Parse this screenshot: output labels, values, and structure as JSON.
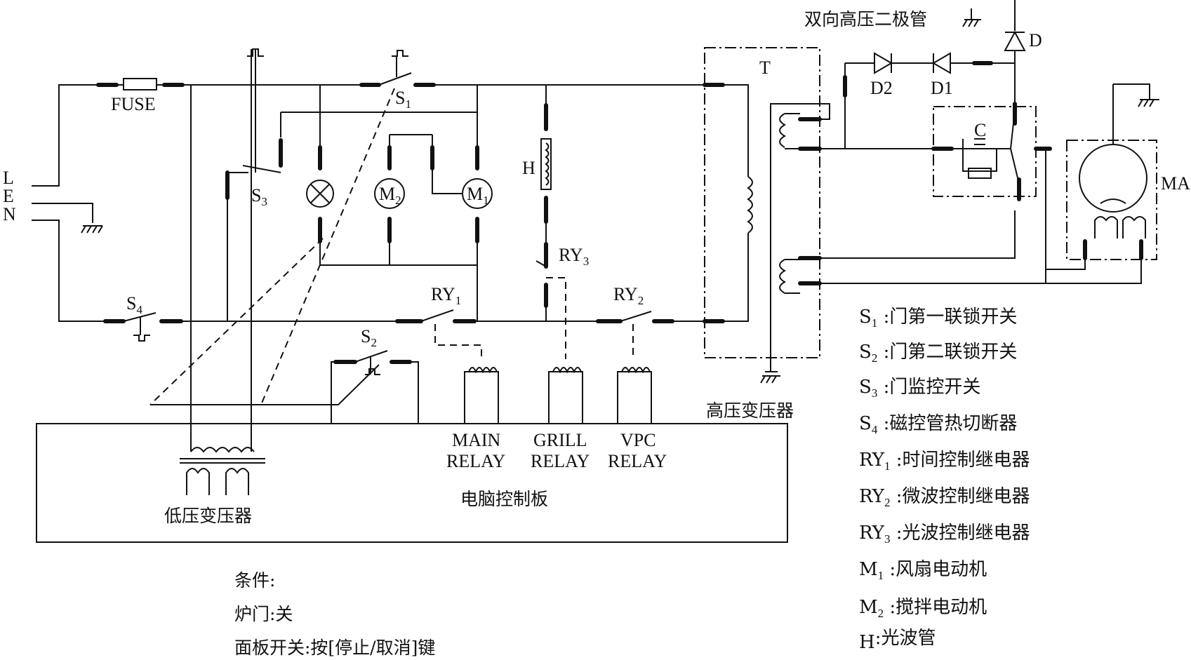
{
  "labels": {
    "fuse": "FUSE",
    "line_l": "L",
    "line_e": "E",
    "line_n": "N",
    "s1": "S",
    "s1_sub": "1",
    "s2": "S",
    "s2_sub": "2",
    "s3": "S",
    "s3_sub": "3",
    "s4": "S",
    "s4_sub": "4",
    "m1": "M",
    "m1_sub": "1",
    "m2": "M",
    "m2_sub": "2",
    "h": "H",
    "ry1": "RY",
    "ry1_sub": "1",
    "ry2": "RY",
    "ry2_sub": "2",
    "ry3": "RY",
    "ry3_sub": "3",
    "t": "T",
    "c": "C",
    "d": "D",
    "d1": "D1",
    "d2": "D2",
    "ma": "MA",
    "hv_diode": "双向高压二极管",
    "hv_transformer": "高压变压器",
    "lv_transformer": "低压变压器",
    "control_board": "电脑控制板",
    "main_relay": [
      "MAIN",
      "RELAY"
    ],
    "grill_relay": [
      "GRILL",
      "RELAY"
    ],
    "vpc_relay": [
      "VPC",
      "RELAY"
    ]
  },
  "legend": [
    {
      "sym": "S",
      "sub": "1",
      "desc": " :门第一联锁开关"
    },
    {
      "sym": "S",
      "sub": "2",
      "desc": " :门第二联锁开关"
    },
    {
      "sym": "S",
      "sub": "3",
      "desc": " :门监控开关"
    },
    {
      "sym": "S",
      "sub": "4",
      "desc": " :磁控管热切断器"
    },
    {
      "sym": "RY",
      "sub": "1",
      "desc": "  :时间控制继电器"
    },
    {
      "sym": "RY",
      "sub": "2",
      "desc": "  :微波控制继电器"
    },
    {
      "sym": "RY",
      "sub": "3",
      "desc": "  :光波控制继电器"
    },
    {
      "sym": "M",
      "sub": "1",
      "desc": "  :风扇电动机"
    },
    {
      "sym": "M",
      "sub": "2",
      "desc": "  :搅拌电动机"
    },
    {
      "sym": "H",
      "sub": "",
      "desc": ":光波管"
    }
  ],
  "conditions": {
    "title": "条件:",
    "door": "炉门:关",
    "panel": "面板开关:按[停止/取消]键"
  }
}
